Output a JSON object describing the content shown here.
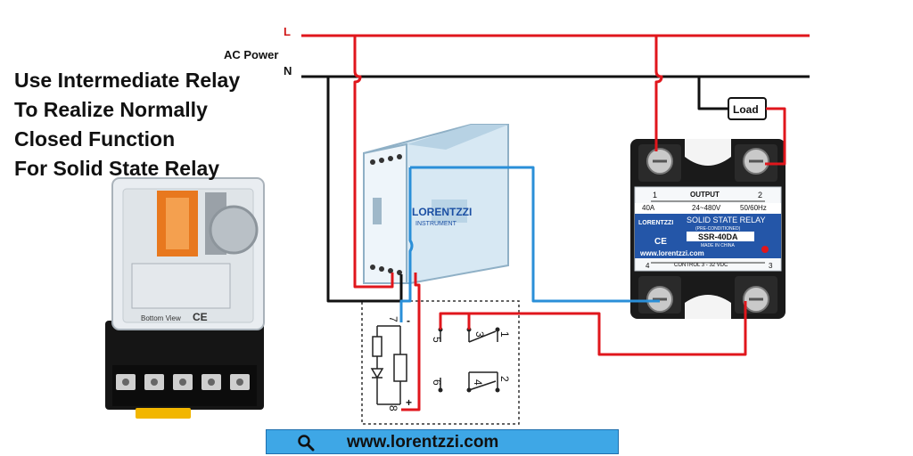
{
  "title": {
    "lines": [
      "Use Intermediate Relay",
      "To Realize Normally",
      "Closed Function",
      "For Solid State Relay"
    ]
  },
  "power": {
    "ac_label": "AC Power",
    "line_label": "L",
    "neutral_label": "N"
  },
  "load": {
    "label": "Load"
  },
  "psu": {
    "brand": "LORENTZZI",
    "subtitle": "INSTRUMENT"
  },
  "ssr": {
    "output_label": "OUTPUT",
    "terminal_1": "1",
    "terminal_2": "2",
    "terminal_3": "3",
    "terminal_4": "4",
    "current": "40A",
    "voltage": "24~480V",
    "frequency": "50/60Hz",
    "brand": "LORENTZZI",
    "title": "SOLID STATE RELAY",
    "note": "(PRE-CONDITIONED)",
    "model": "SSR-40DA",
    "made_in": "MADE IN CHINA",
    "url": "www.lorentzzi.com",
    "control": "CONTROL 3 - 32 VDC",
    "ce_mark": "CE"
  },
  "relay": {
    "bottom_view": "Bottom View",
    "ce_mark": "CE"
  },
  "schematic": {
    "pins": [
      "7",
      "5",
      "3",
      "1",
      "6",
      "4",
      "2",
      "8"
    ],
    "minus": "-",
    "plus": "+"
  },
  "footer": {
    "url": "www.lorentzzi.com"
  },
  "colors": {
    "live_wire": "#e0161c",
    "neutral_wire": "#111111",
    "signal_wire": "#2a8fd8",
    "psu_body": "#cfe3ef",
    "ssr_label": "#1b4fa3",
    "banner": "#3ea7e6"
  }
}
